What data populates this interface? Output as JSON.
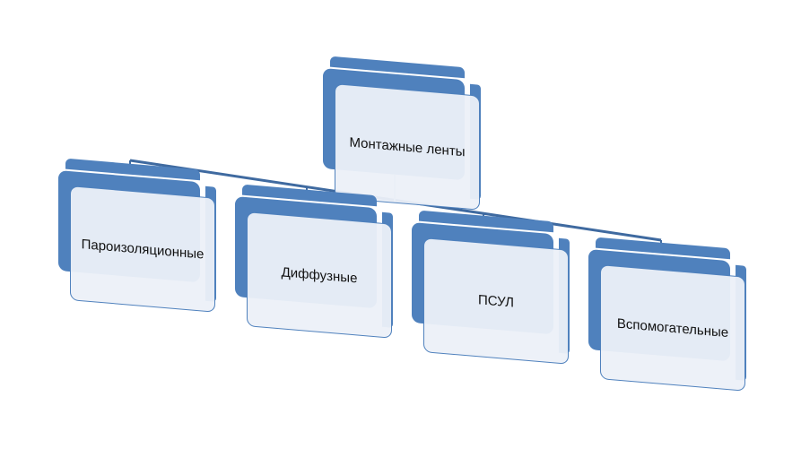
{
  "colors": {
    "accent": "#4f81bd",
    "panel": "#ecf0f8"
  },
  "root": {
    "label": "Монтажные ленты"
  },
  "children": [
    {
      "label": "Пароизоляционные"
    },
    {
      "label": "Диффузные"
    },
    {
      "label": "ПСУЛ"
    },
    {
      "label": "Вспомогательные"
    }
  ]
}
